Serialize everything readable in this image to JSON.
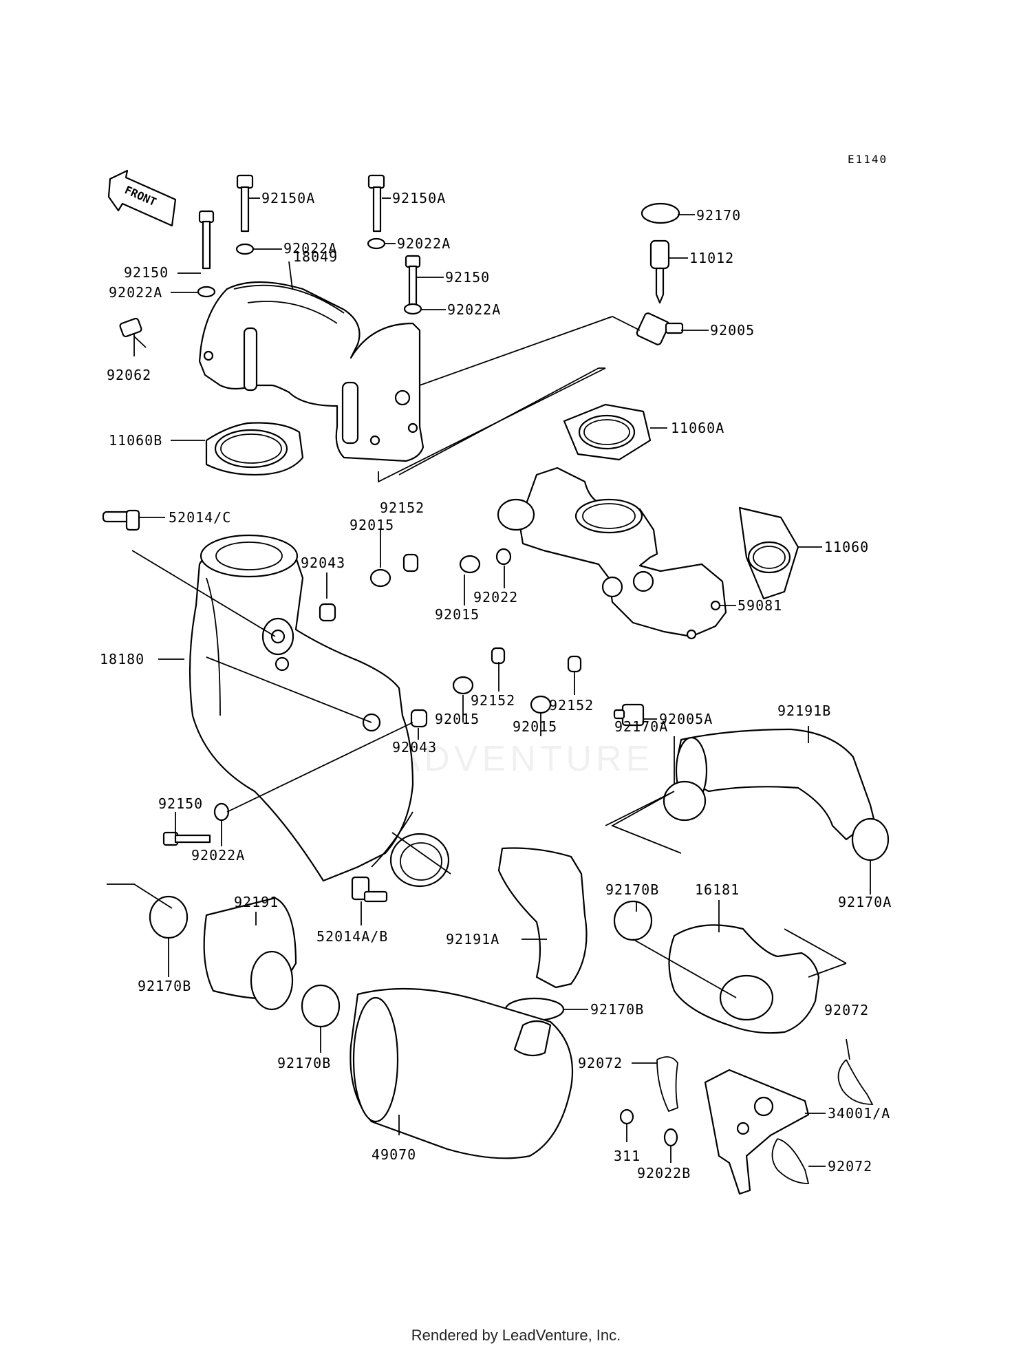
{
  "diagram": {
    "code": "E1140",
    "front_label": "FRONT",
    "watermark": "LEADVENTURE",
    "footer": "Rendered by LeadVenture, Inc.",
    "labels": [
      "92150A",
      "92150A",
      "92170",
      "92022A",
      "92022A",
      "92150",
      "18049",
      "11012",
      "92022A",
      "92150",
      "92022A",
      "92005",
      "92062",
      "11060B",
      "11060A",
      "92152",
      "52014/C",
      "92015",
      "11060",
      "92043",
      "92022",
      "92015",
      "59081",
      "18180",
      "92005A",
      "92015",
      "92152",
      "92152",
      "92015",
      "92191B",
      "92170A",
      "92043",
      "92150",
      "92022A",
      "92170B",
      "16181",
      "92191",
      "92170A",
      "52014A/B",
      "92191A",
      "92170B",
      "92170B",
      "92072",
      "92072",
      "34001/A",
      "92170B",
      "311",
      "92072",
      "49070",
      "92022B"
    ]
  }
}
